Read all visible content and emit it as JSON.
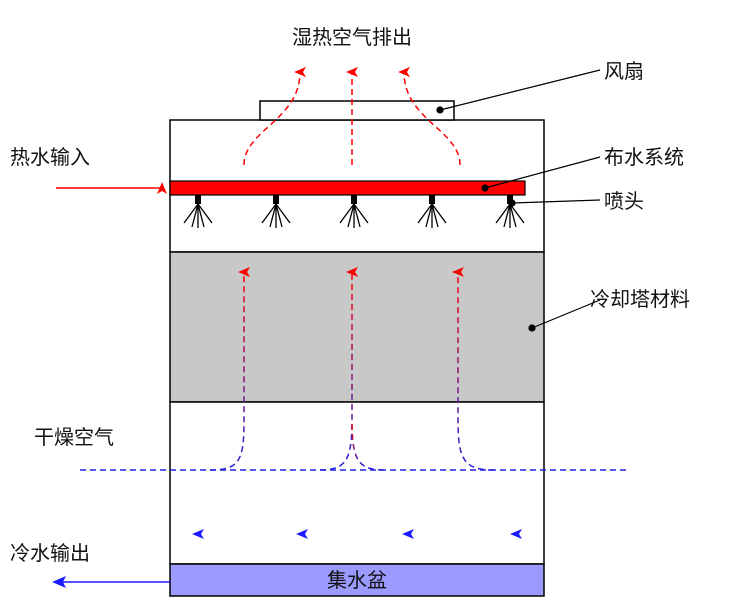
{
  "labels": {
    "humid_air_out": "湿热空气排出",
    "fan": "风扇",
    "hot_water_in": "热水输入",
    "distribution": "布水系统",
    "nozzle": "喷头",
    "fill_material": "冷却塔材料",
    "dry_air": "干燥空气",
    "cold_water_out": "冷水输出",
    "basin": "集水盆"
  },
  "colors": {
    "hot": "#ff0000",
    "cold": "#1a1aff",
    "fill": "#c8c8c8",
    "basin": "#9b9bff",
    "air_dashed": "#2222dd",
    "outline": "#000000"
  },
  "icons": [
    "arrow-up-icon",
    "arrow-down-icon",
    "arrow-right-icon",
    "arrow-left-icon",
    "nozzle-icon"
  ]
}
